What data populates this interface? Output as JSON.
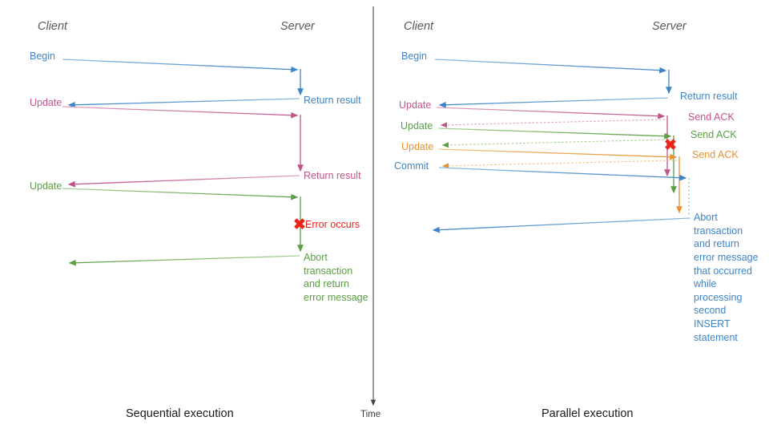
{
  "colors": {
    "blue": "#3d85c8",
    "pink": "#c2548a",
    "green": "#5a9e43",
    "orange": "#e8912d",
    "red": "#e8241b",
    "axis": "#444444",
    "header": "#595959",
    "caption": "#1a1a1a"
  },
  "time_axis": {
    "label": "Time"
  },
  "left": {
    "caption": "Sequential execution",
    "headers": {
      "client": "Client",
      "server": "Server"
    },
    "messages": [
      {
        "id": "begin",
        "label": "Begin",
        "color": "blue",
        "side": "client"
      },
      {
        "id": "return-result-1",
        "label": "Return result",
        "color": "blue",
        "side": "server"
      },
      {
        "id": "update-1",
        "label": "Update",
        "color": "pink",
        "side": "client"
      },
      {
        "id": "return-result-2",
        "label": "Return result",
        "color": "pink",
        "side": "server"
      },
      {
        "id": "update-2",
        "label": "Update",
        "color": "green",
        "side": "client"
      },
      {
        "id": "error",
        "label": "Error occurs",
        "color": "red",
        "side": "server"
      },
      {
        "id": "abort",
        "label": "Abort\ntransaction\nand return\nerror message",
        "color": "green",
        "side": "server"
      }
    ]
  },
  "right": {
    "caption": "Parallel execution",
    "headers": {
      "client": "Client",
      "server": "Server"
    },
    "messages": [
      {
        "id": "begin",
        "label": "Begin",
        "color": "blue",
        "side": "client"
      },
      {
        "id": "return-result",
        "label": "Return result",
        "color": "blue",
        "side": "server"
      },
      {
        "id": "update-1",
        "label": "Update",
        "color": "pink",
        "side": "client"
      },
      {
        "id": "send-ack-1",
        "label": "Send ACK",
        "color": "pink",
        "side": "server"
      },
      {
        "id": "update-2",
        "label": "Update",
        "color": "green",
        "side": "client"
      },
      {
        "id": "send-ack-2",
        "label": "Send ACK",
        "color": "green",
        "side": "server"
      },
      {
        "id": "update-3",
        "label": "Update",
        "color": "orange",
        "side": "client"
      },
      {
        "id": "send-ack-3",
        "label": "Send ACK",
        "color": "orange",
        "side": "server"
      },
      {
        "id": "commit",
        "label": "Commit",
        "color": "blue",
        "side": "client"
      },
      {
        "id": "error",
        "label": "",
        "color": "red",
        "side": "server"
      },
      {
        "id": "abort",
        "label": "Abort\ntransaction\nand return\nerror message\nthat occurred\nwhile\nprocessing\nsecond\nINSERT\nstatement",
        "color": "blue",
        "side": "server"
      }
    ]
  },
  "icons": {
    "error": "✖"
  }
}
